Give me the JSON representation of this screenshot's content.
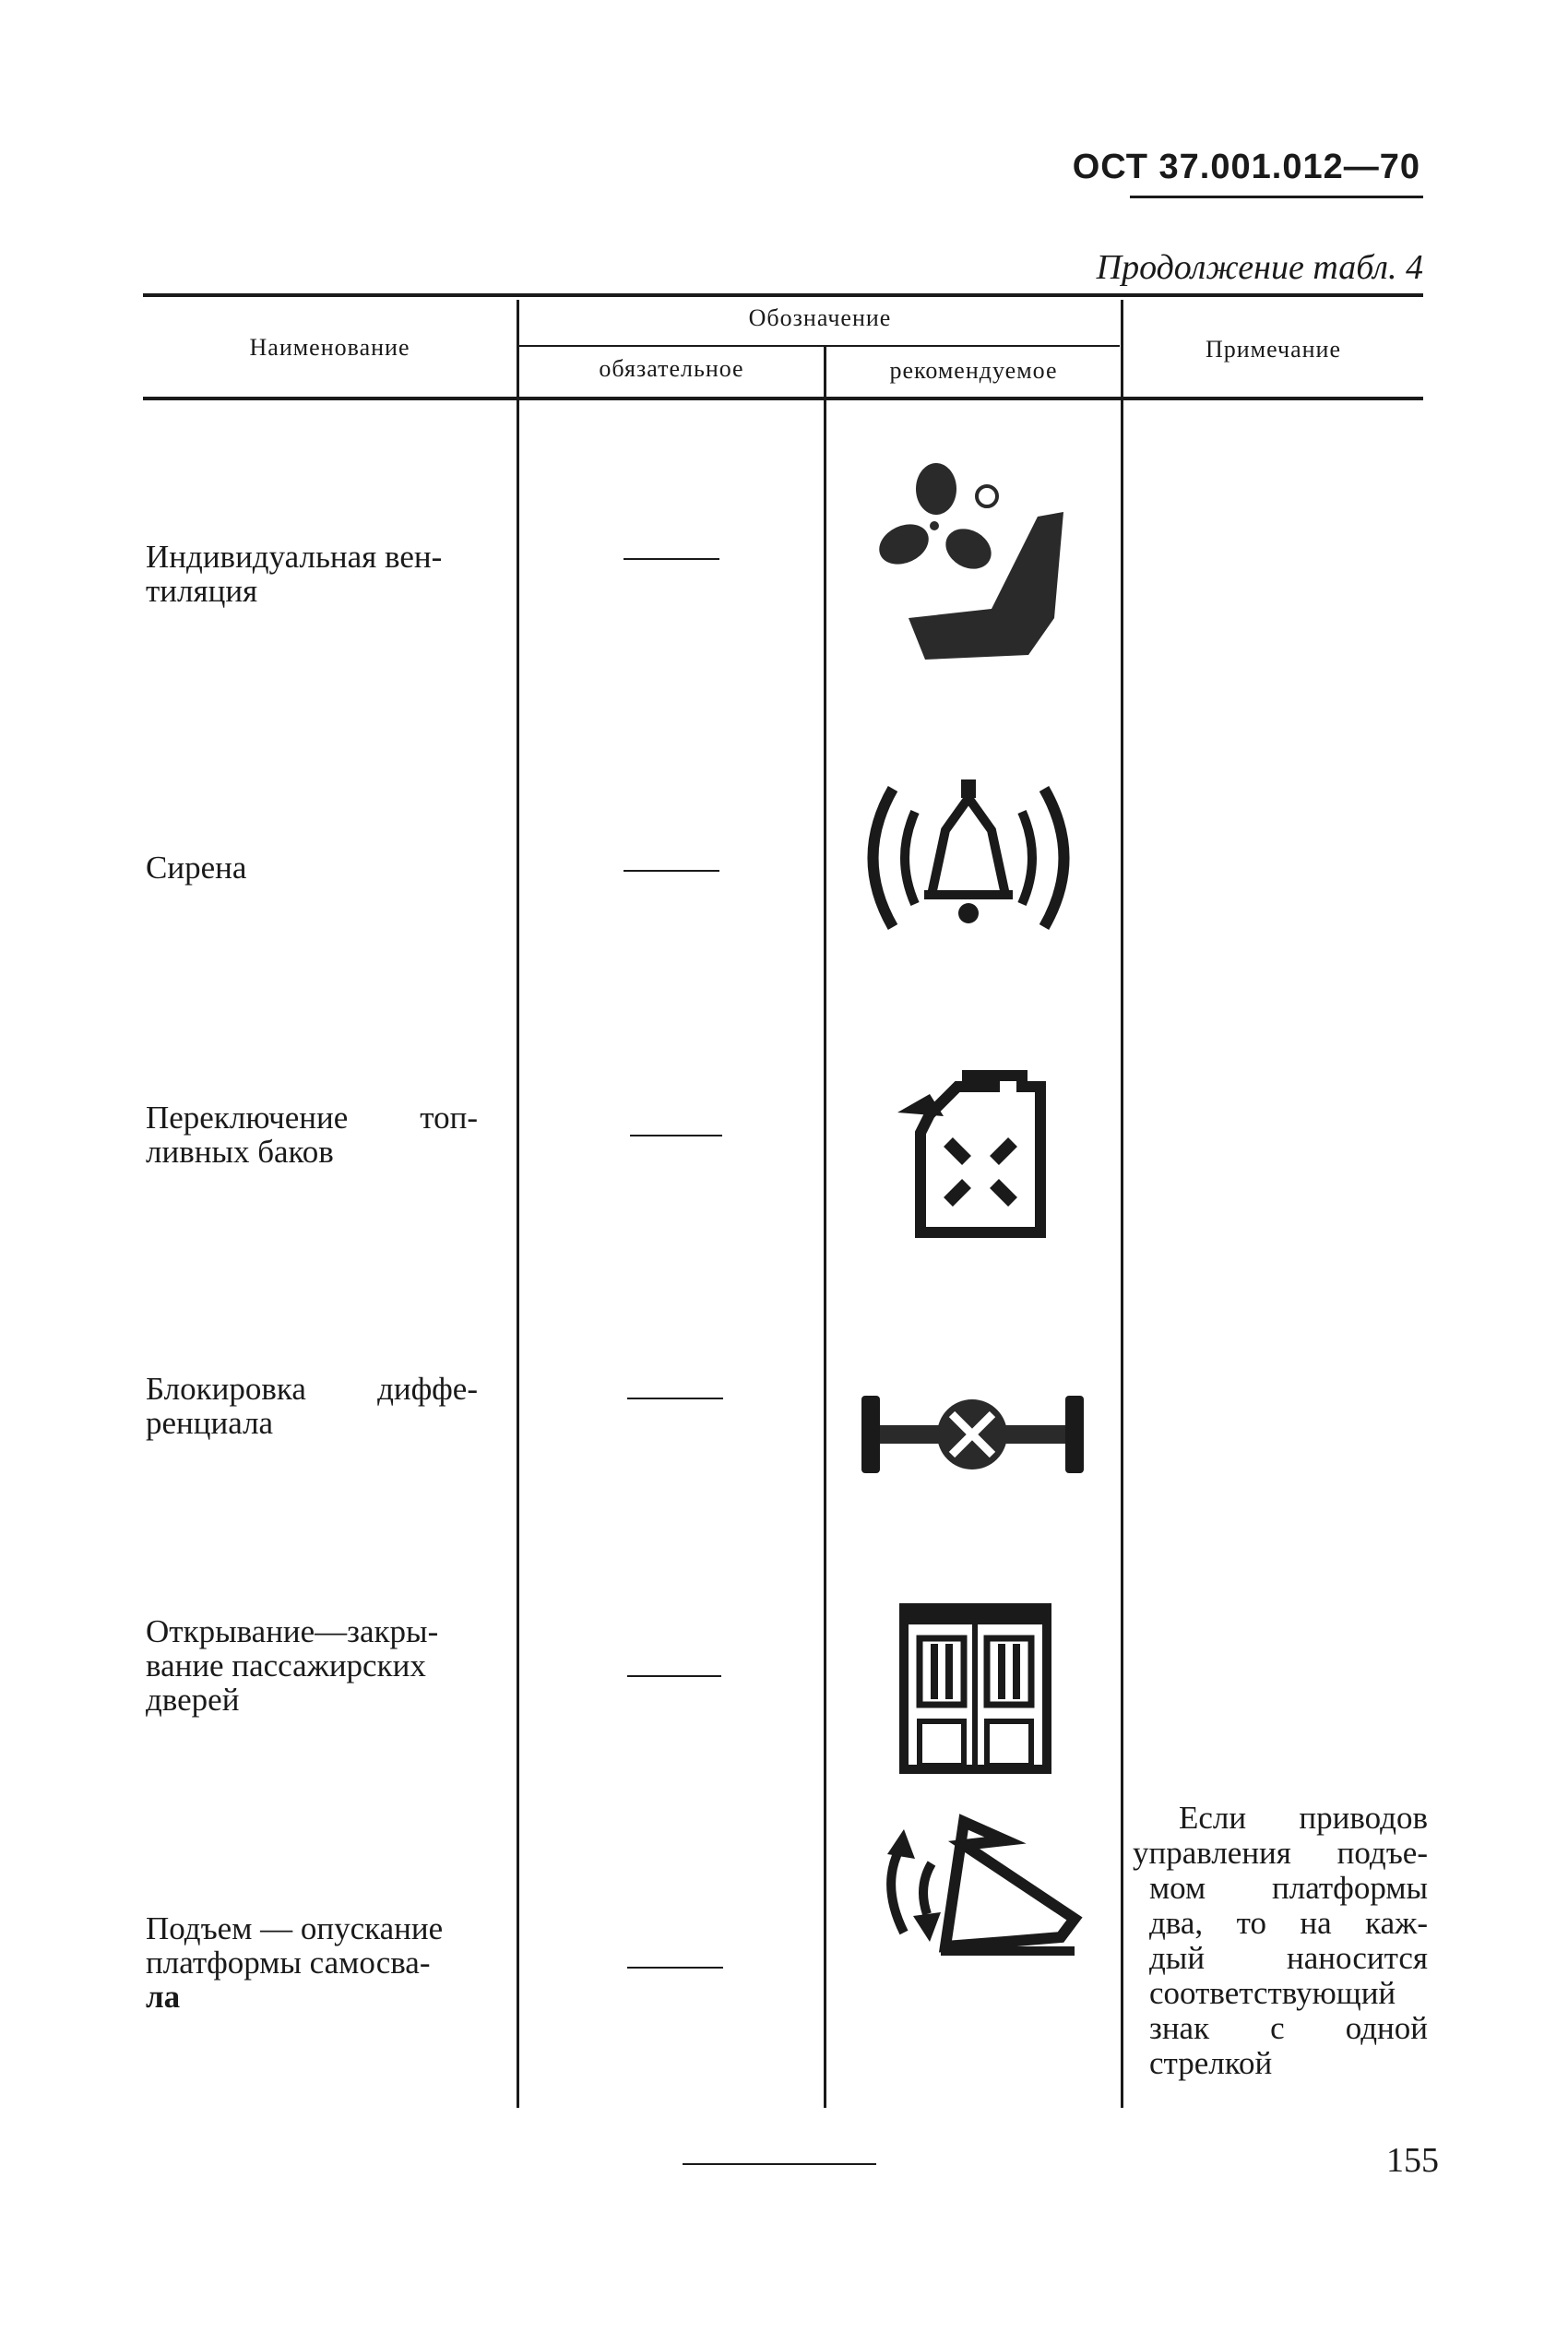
{
  "header": {
    "doc_code": "ОСТ 37.001.012—70",
    "continuation": "Продолжение табл. 4"
  },
  "table": {
    "columns": {
      "name": "Наименование",
      "designation": "Обозначение",
      "mandatory": "обязательное",
      "recommended": "рекомендуемое",
      "note": "Примечание"
    },
    "rows": [
      {
        "name_lines": [
          "Индивидуальная вен-",
          "тиляция"
        ],
        "mandatory": "—",
        "icon": "seat-fan-icon",
        "note_lines": []
      },
      {
        "name_lines": [
          "Сирена"
        ],
        "mandatory": "—",
        "icon": "siren-bell-icon",
        "note_lines": []
      },
      {
        "name_lines": [
          "Переключение топ-",
          "ливных баков"
        ],
        "mandatory": "—",
        "icon": "fuel-canister-icon",
        "note_lines": []
      },
      {
        "name_lines": [
          "Блокировка диффе-",
          "ренциала"
        ],
        "mandatory": "—",
        "icon": "differential-lock-icon",
        "note_lines": []
      },
      {
        "name_lines": [
          "Открывание—закры-",
          "вание пассажирских",
          "дверей"
        ],
        "mandatory": "—",
        "icon": "passenger-doors-icon",
        "note_lines": []
      },
      {
        "name_lines": [
          "Подъем — опускание",
          "платформы самосва-",
          "ла"
        ],
        "mandatory": "—",
        "icon": "dump-platform-icon",
        "note_lines": [
          "Если приводов",
          "управления подъе-",
          "мом платформы",
          "два, то на каж-",
          "дый наносится",
          "соответствующий",
          "знак с одной",
          "стрелкой"
        ]
      }
    ]
  },
  "footer": {
    "page_number": "155"
  }
}
